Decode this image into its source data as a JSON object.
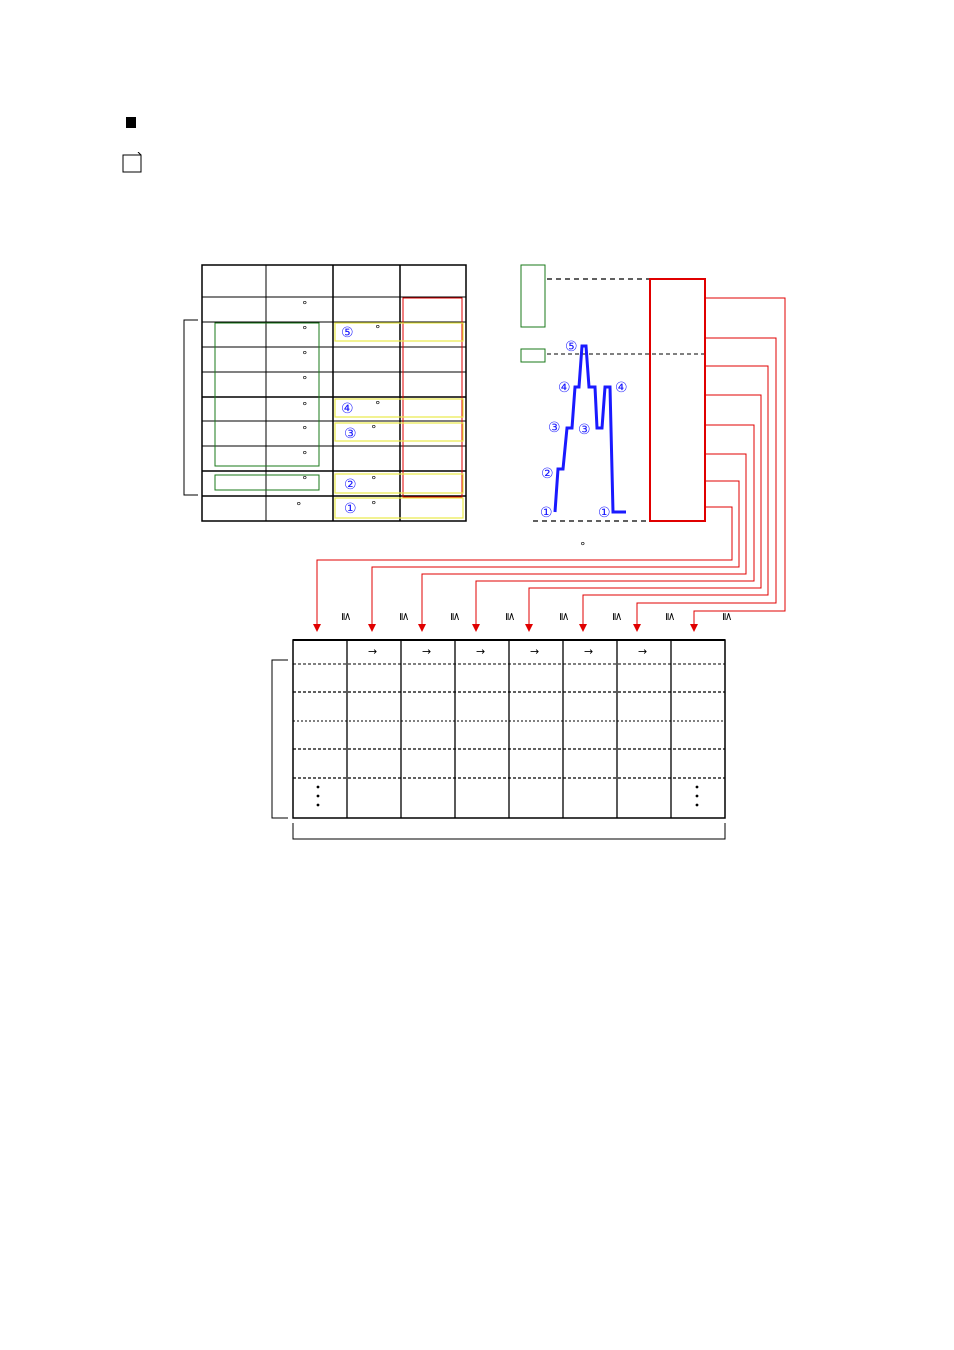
{
  "glyphs": {
    "degree": "°",
    "circled_1": "①",
    "circled_2": "②",
    "circled_3": "③",
    "circled_4": "④",
    "circled_5": "⑤",
    "leq": "≦",
    "arrow": "→",
    "vdots": "⋮"
  },
  "colors": {
    "table_border": "#000000",
    "green_box": "#1a7a1a",
    "yellow_box": "#e8e84a",
    "red_box": "#e00000",
    "profile_line": "#1a1aff",
    "arrow_line": "#e00000"
  },
  "icons": {
    "bullet": "black-square-icon",
    "note": "note-icon"
  }
}
